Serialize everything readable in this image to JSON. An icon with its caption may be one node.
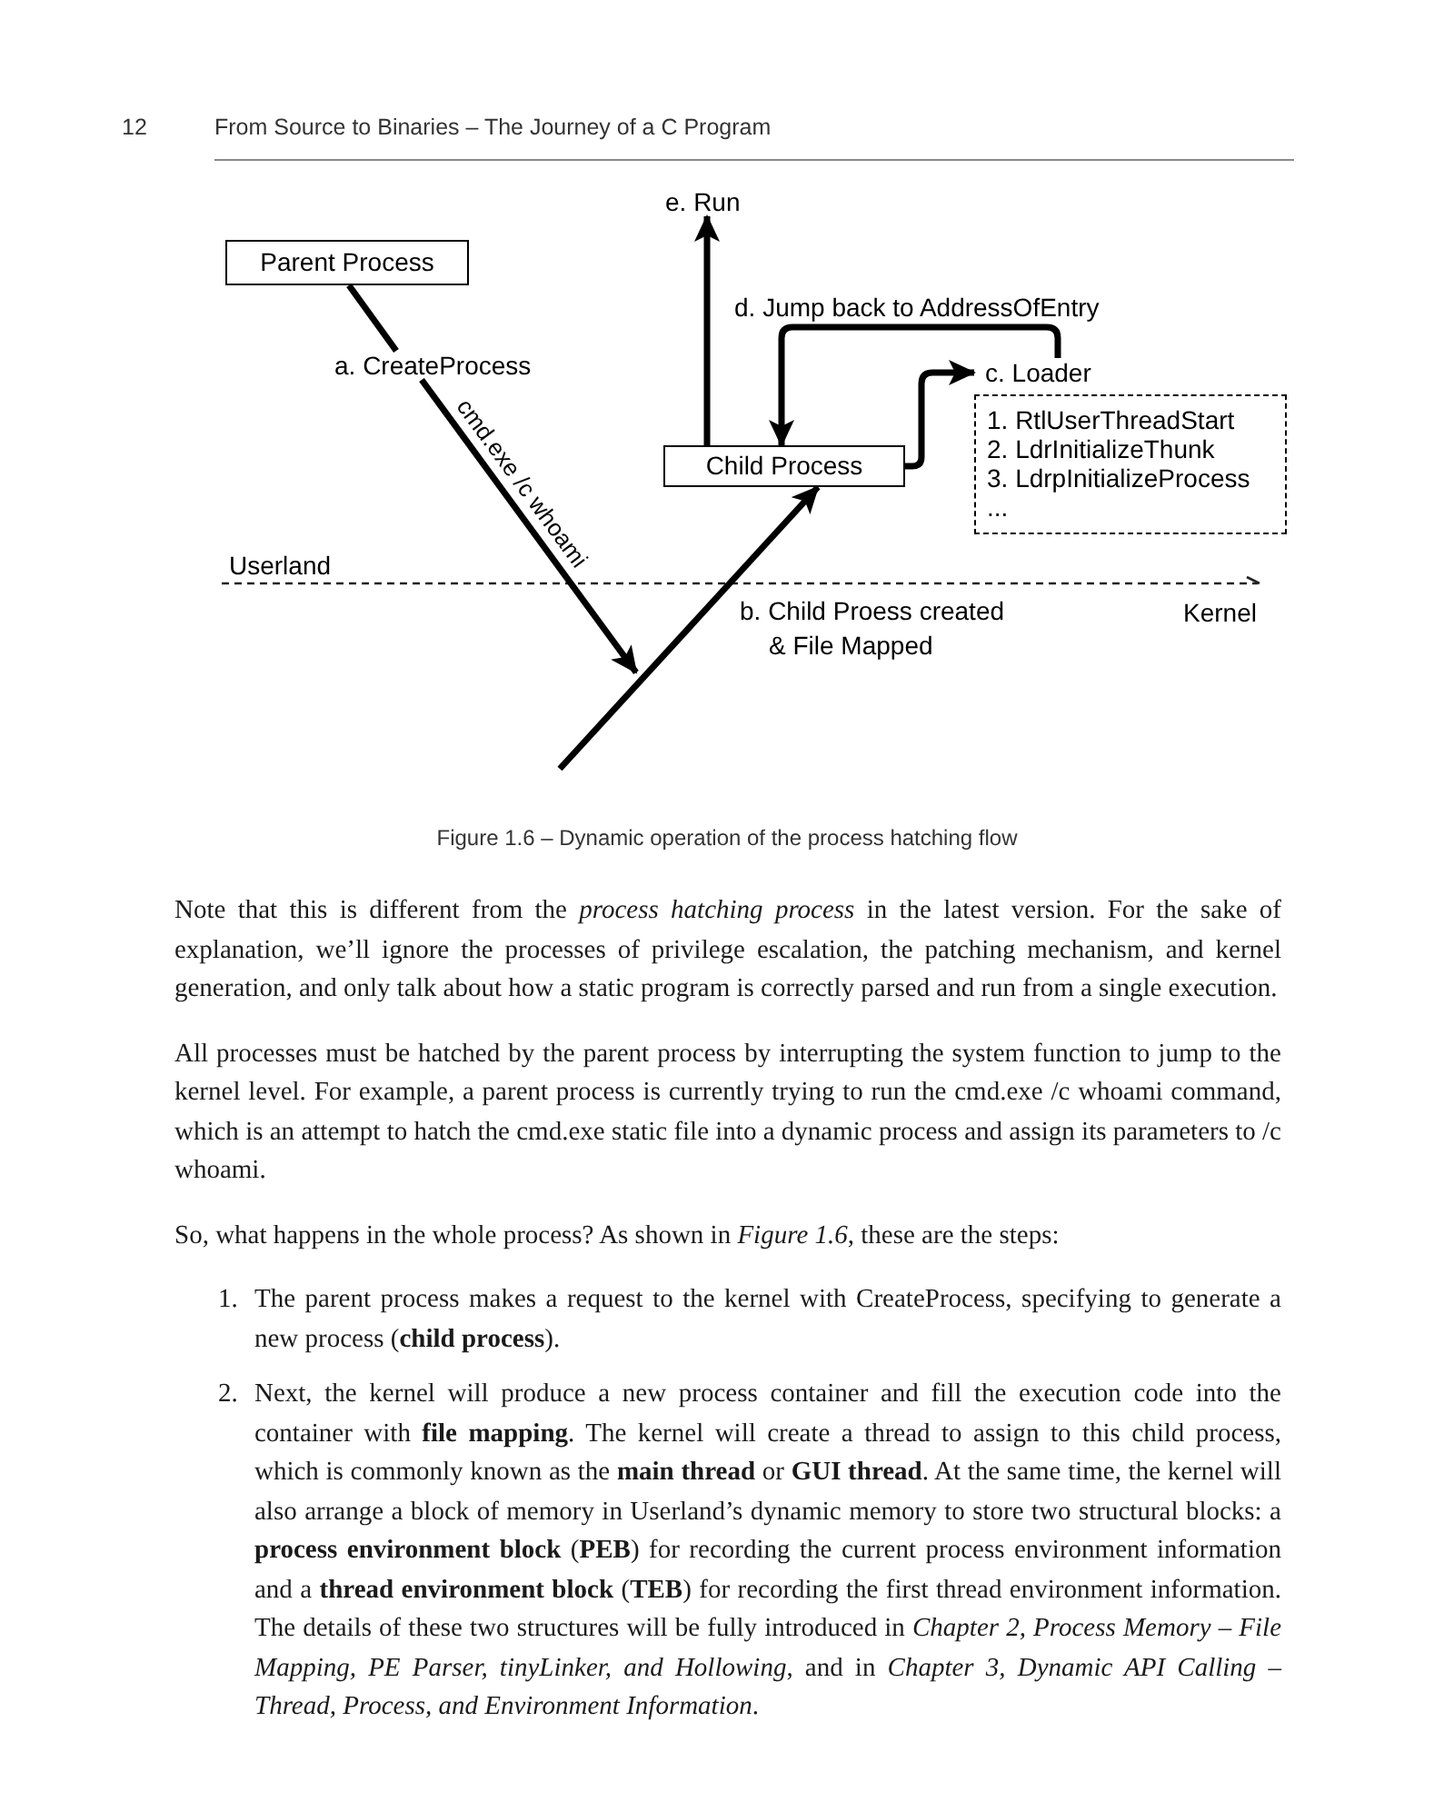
{
  "diagram": {
    "caption": "Figure 1.6 – Dynamic operation of the process hatching flow",
    "nodes": [
      {
        "text": [
          "e. Run"
        ]
      },
      {
        "text": [
          "Parent Process"
        ]
      },
      {
        "text": [
          "a. CreateProcess"
        ]
      },
      {
        "text": [
          "c. Loader",
          "1. RtlUserThreadStart",
          "2. LdrInitializeThunk",
          "3. LdrpInitializeProcess",
          "..."
        ]
      },
      {
        "text": [
          "Child Process"
        ]
      }
    ],
    "edges": [
      {
        "from": 1,
        "to": 2,
        "arrow": "none"
      },
      {
        "from": 2,
        "to": null,
        "arrow": "to",
        "label": "cmd.exe /c whoami"
      },
      {
        "from": null,
        "to": 4,
        "arrow": "to",
        "label": "b. Child Proess created & File Mapped"
      },
      {
        "from": 4,
        "to": 3,
        "arrow": "to"
      },
      {
        "from": 3,
        "to": 4,
        "arrow": "to",
        "label": "d. Jump back to AddressOfEntry"
      },
      {
        "from": 4,
        "to": 0,
        "arrow": "to"
      }
    ],
    "labels": [
      "12",
      "From Source to Binaries – The Journey of a C Program",
      "Userland",
      "Kernel",
      "Note that this is different from the *process hatching process* in the latest version. For the sake of explanation, we’ll ignore the processes of privilege escalation, the patching mechanism, and kernel generation, and only talk about how a static program is correctly parsed and run from a single execution.",
      "All processes must be hatched by the parent process by interrupting the system function to jump to the kernel level. For example, a parent process is currently trying to run the cmd.exe /c whoami command, which is an attempt to hatch the cmd.exe static file into a dynamic process and assign its parameters to /c whoami.",
      "So, what happens in the whole process? As shown in *Figure 1.6*, these are the steps:",
      "1.",
      "The parent process makes a request to the kernel with CreateProcess, specifying to generate a new process (**child process**).",
      "2.",
      "Next, the kernel will produce a new process container and fill the execution code into the container with **file mapping**. The kernel will create a thread to assign to this child process, which is commonly known as the **main thread** or **GUI thread**. At the same time, the kernel will also arrange a block of memory in Userland’s dynamic memory to store two structural blocks: a **process environment block** (**PEB**) for recording the current process environment information and a **thread environment block** (**TEB**) for recording the first thread environment information. The details of these two structures will be fully introduced in *Chapter 2, Process Memory – File Mapping, PE Parser, tinyLinker, and Hollowing*, and in *Chapter 3, Dynamic API Calling – Thread, Process, and Environment Information*."
    ]
  }
}
